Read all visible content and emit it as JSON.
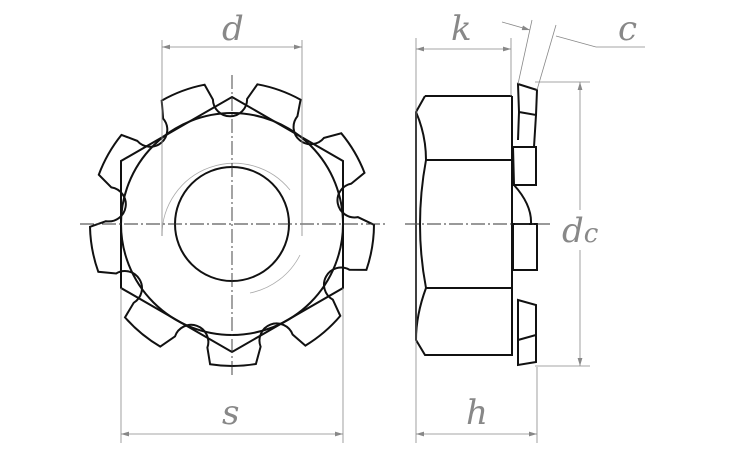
{
  "labels": {
    "d": "d",
    "s": "s",
    "k": "k",
    "h": "h",
    "c": "c",
    "dc_main": "d",
    "dc_sub": "c"
  },
  "drawing": {
    "teeth_count": 9,
    "line_color": "#111111",
    "dimension_color": "#888888"
  }
}
